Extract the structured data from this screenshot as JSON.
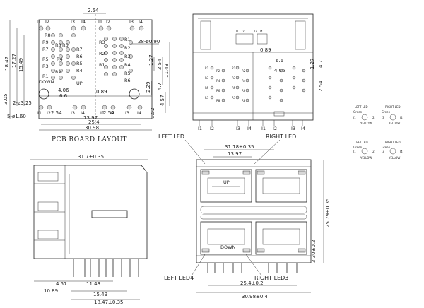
{
  "pcb": {
    "title": "PCB BOARD LAYOUT",
    "dims": {
      "top": "2.54",
      "hole_dia": "28-ø0.90",
      "d1847": "18.47",
      "d1727": "17.27",
      "d1549": "15.49",
      "d127": "1.27",
      "d254": "2.54",
      "d1143": "11.43",
      "d229": "2.29",
      "d47": "4.7",
      "d457": "4.57",
      "d152": "1.52",
      "d406": "4.06",
      "d66": "6.6",
      "d089": "0.89",
      "d305": "3.05",
      "d2325": "2-ø3.25",
      "d2160": "5-ø1.60",
      "b254": "2.54",
      "b1397": "13.97",
      "b254r": "2.54",
      "b254w": "25.4",
      "b3098": "30.98"
    },
    "up_label": "UP",
    "down_label": "DOWN",
    "pins_top": [
      "I1",
      "I2",
      "I3",
      "I4",
      "I1",
      "I2",
      "I3",
      "I4"
    ],
    "pins_bottom": [
      "I1",
      "I2",
      "I3",
      "I4",
      "I1",
      "I2",
      "I3",
      "I4"
    ],
    "resistors": [
      "R8",
      "R9",
      "R7",
      "R8",
      "R6",
      "R5",
      "R4",
      "R3",
      "R2",
      "R1",
      "R7",
      "R6",
      "R5",
      "R4",
      "R3",
      "R2",
      "R1",
      "R1",
      "R2",
      "R3",
      "R4",
      "R5",
      "R6"
    ]
  },
  "rear": {
    "dims": {
      "d089": "0.89",
      "d66": "6.6",
      "d406": "4.06",
      "d127": "1.27",
      "d47": "4.7",
      "d254": "2.54"
    },
    "pins": [
      "I1",
      "I2",
      "I3",
      "I4",
      "I1",
      "I2",
      "I3",
      "I4"
    ],
    "top_pins": [
      "I1",
      "I2",
      "I3",
      "I4"
    ],
    "resistors": [
      "R1",
      "R2",
      "R3",
      "R4",
      "R5",
      "R6",
      "R7",
      "R8",
      "R1",
      "R2",
      "R3",
      "R4",
      "R5",
      "R6",
      "R7",
      "R8"
    ]
  },
  "led_legend": {
    "left_led": "LEFT LED",
    "right_led": "RIGHT LED",
    "left_led4": "LEFT LED4",
    "right_led3": "RIGHT LED3",
    "green": "Green",
    "yellow": "YELLOW",
    "p12": "I2",
    "p13": "I3",
    "p14": "I4",
    "p11": "I1"
  },
  "side": {
    "width": "31.7±0.35",
    "d1089": "10.89",
    "d457": "4.57",
    "d1143": "11.43",
    "d1549": "15.49",
    "d1847": "18.47±0.35"
  },
  "front": {
    "left_led": "LEFT LED",
    "right_led": "RIGHT LED",
    "left_led4": "LEFT LED4",
    "right_led3": "RIGHT LED3",
    "up_label": "UP",
    "down_label": "DOWN",
    "d3118": "31.18±0.35",
    "d1397": "13.97",
    "d254": "25.4",
    "d2579": "25.79±0.35",
    "d330": "3.30±0.2",
    "d254w": "25.4±0.2",
    "d3098": "30.98±0.4"
  }
}
